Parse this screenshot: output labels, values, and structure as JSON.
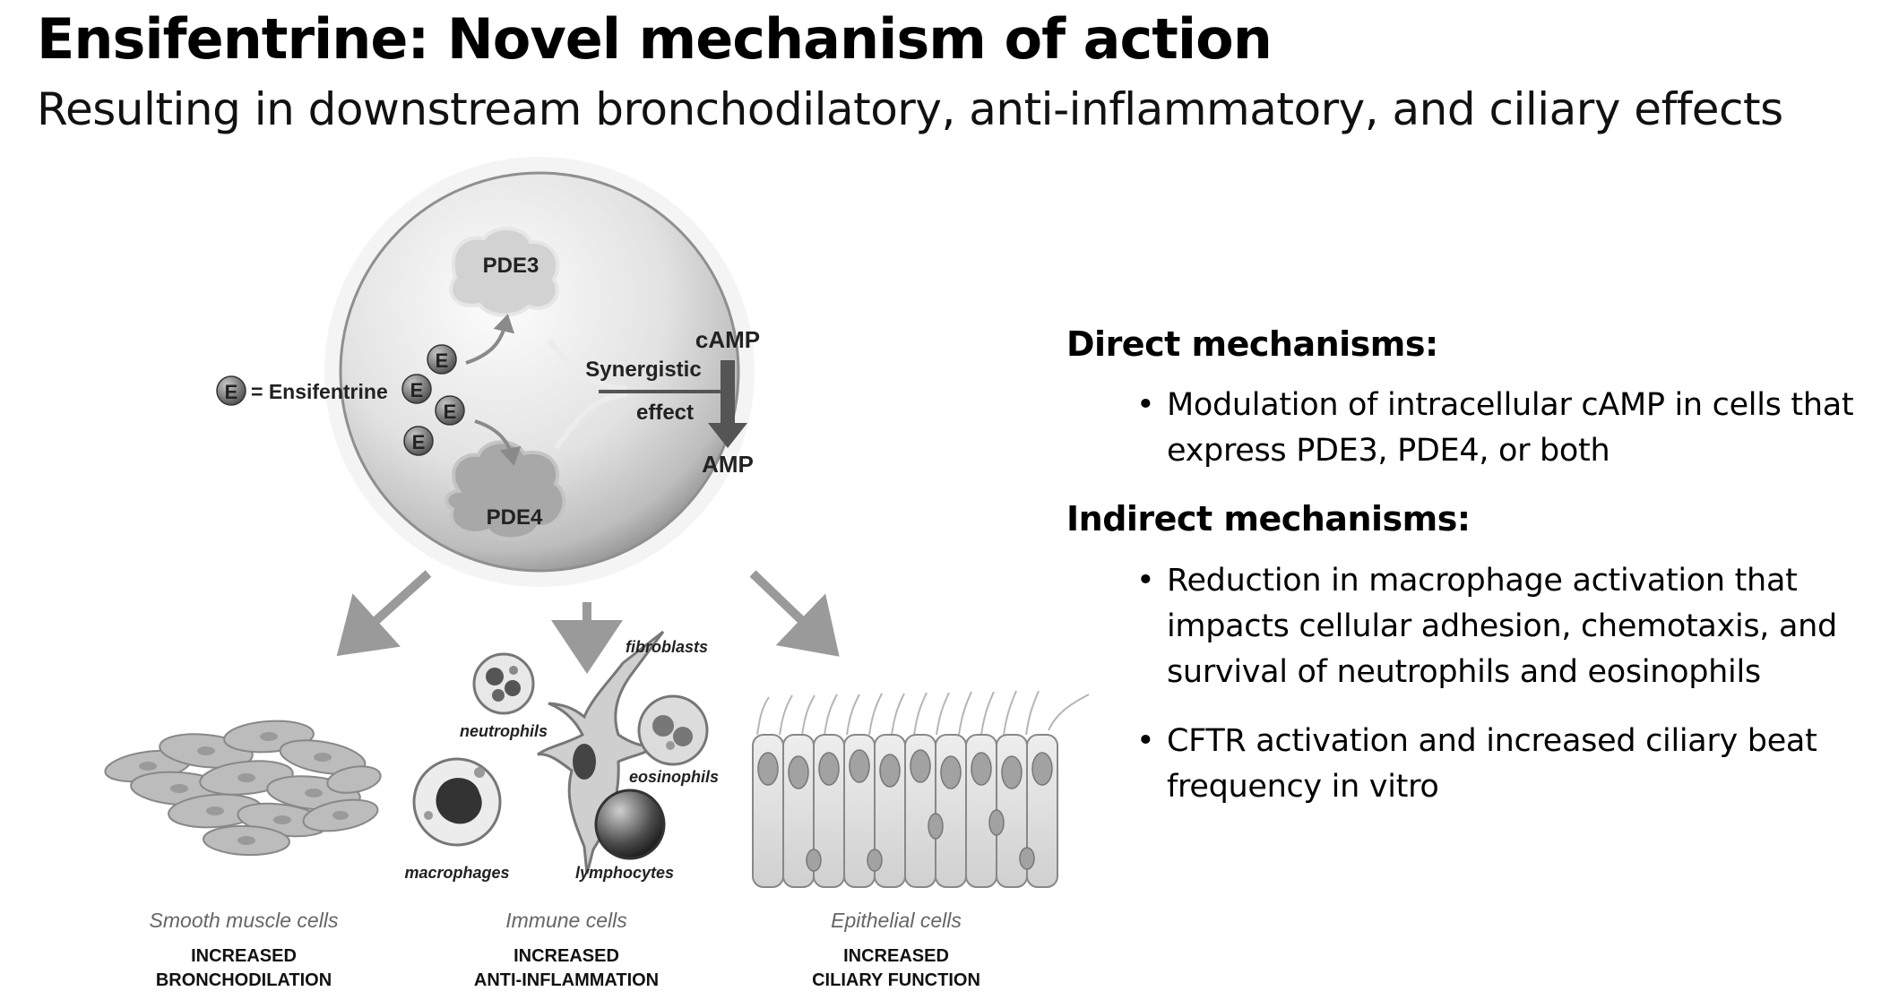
{
  "header": {
    "title": "Ensifentrine: Novel mechanism of action",
    "subtitle": "Resulting in downstream bronchodilatory, anti-inflammatory, and ciliary effects"
  },
  "diagram": {
    "pde3": "PDE3",
    "pde4": "PDE4",
    "camp": "cAMP",
    "amp": "AMP",
    "synergistic": "Synergistic",
    "effect": "effect",
    "e_symbol": "E",
    "legend_text": "= Ensifentrine",
    "cell_labels": {
      "fibroblasts": "fibroblasts",
      "neutrophils": "neutrophils",
      "eosinophils": "eosinophils",
      "macrophages": "macrophages",
      "lymphocytes": "lymphocytes"
    },
    "columns": [
      {
        "cell_type": "Smooth muscle cells",
        "line1": "INCREASED",
        "line2": "BRONCHODILATION"
      },
      {
        "cell_type": "Immune cells",
        "line1": "INCREASED",
        "line2": "ANTI-INFLAMMATION"
      },
      {
        "cell_type": "Epithelial cells",
        "line1": "INCREASED",
        "line2": "CILIARY FUNCTION"
      }
    ]
  },
  "mechanisms": {
    "direct_heading": "Direct mechanisms:",
    "direct_items": [
      "Modulation of intracellular cAMP in cells that express PDE3, PDE4, or both"
    ],
    "indirect_heading": "Indirect mechanisms:",
    "indirect_items": [
      "Reduction in macrophage activation that impacts cellular adhesion, chemotaxis, and survival of neutrophils and eosinophils",
      "CFTR activation and increased ciliary beat frequency in vitro"
    ]
  }
}
